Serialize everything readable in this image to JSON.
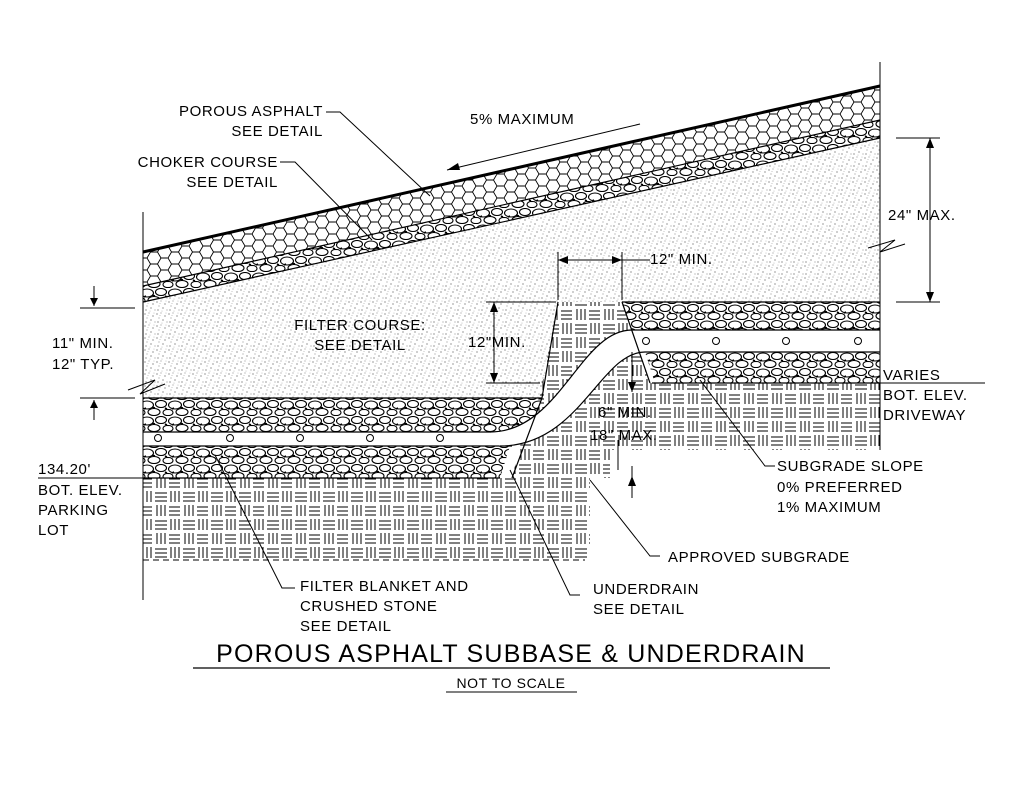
{
  "diagram": {
    "title": "POROUS ASPHALT SUBBASE & UNDERDRAIN",
    "subtitle": "NOT TO SCALE",
    "slope_label": "5% MAXIMUM",
    "labels": {
      "porous_asphalt": [
        "POROUS ASPHALT",
        "SEE DETAIL"
      ],
      "choker_course": [
        "CHOKER COURSE",
        "SEE DETAIL"
      ],
      "filter_course": [
        "FILTER COURSE:",
        "SEE DETAIL"
      ],
      "filter_course_depth": [
        "11\" MIN.",
        "12\" TYP."
      ],
      "filter_max_depth": "24\" MAX.",
      "underdrain_offset": "12\" MIN.",
      "trench_depth": "12\"MIN.",
      "varies": [
        "VARIES",
        "BOT. ELEV.",
        "DRIVEWAY"
      ],
      "drain_drop": [
        "6\" MIN.",
        "18\" MAX."
      ],
      "parking_lot": [
        "134.20'",
        "BOT. ELEV.",
        "PARKING",
        "LOT"
      ],
      "subgrade_slope": [
        "SUBGRADE SLOPE",
        "0% PREFERRED",
        "1% MAXIMUM"
      ],
      "approved_subgrade": "APPROVED SUBGRADE",
      "underdrain": [
        "UNDERDRAIN",
        "SEE DETAIL"
      ],
      "filter_blanket": [
        "FILTER BLANKET AND",
        "CRUSHED STONE",
        "SEE DETAIL"
      ]
    }
  }
}
